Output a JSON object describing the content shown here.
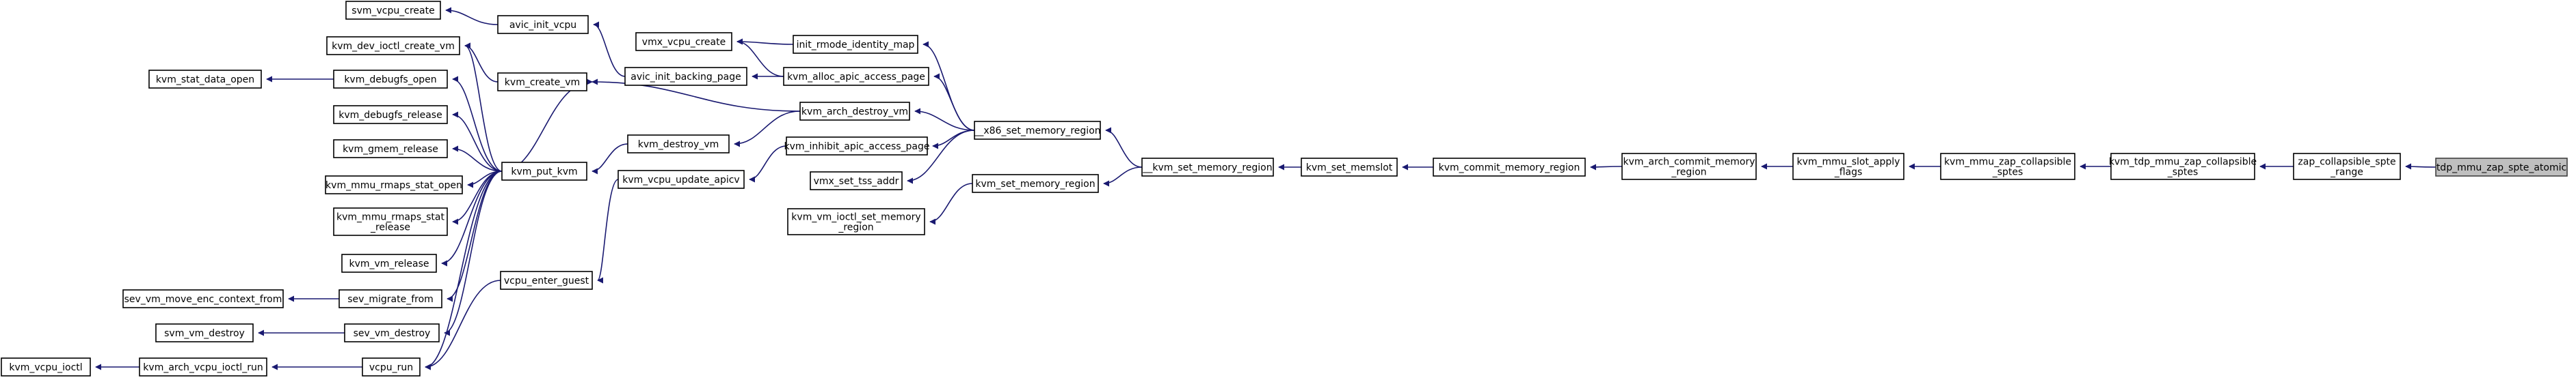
{
  "title": "",
  "colors": {
    "edge": "#191970",
    "node_border": "#000000",
    "root_fill": "#bfbfbf",
    "node_fill": "#ffffff"
  },
  "nodes": [
    {
      "id": "tdp_atomic",
      "lines": [
        "tdp_mmu_zap_spte_atomic"
      ],
      "root": true
    },
    {
      "id": "zap_collapsible",
      "lines": [
        "zap_collapsible_spte",
        "_range"
      ]
    },
    {
      "id": "kvm_tdp_mmu_zap",
      "lines": [
        "kvm_tdp_mmu_zap_collapsible",
        "_sptes"
      ]
    },
    {
      "id": "kvm_mmu_zap",
      "lines": [
        "kvm_mmu_zap_collapsible",
        "_sptes"
      ]
    },
    {
      "id": "kvm_mmu_slot_apply",
      "lines": [
        "kvm_mmu_slot_apply",
        "_flags"
      ]
    },
    {
      "id": "kvm_arch_commit",
      "lines": [
        "kvm_arch_commit_memory",
        "_region"
      ]
    },
    {
      "id": "kvm_commit",
      "lines": [
        "kvm_commit_memory_region"
      ]
    },
    {
      "id": "kvm_set_memslot",
      "lines": [
        "kvm_set_memslot"
      ]
    },
    {
      "id": "kvm_set_mr_internal",
      "lines": [
        "__kvm_set_memory_region"
      ]
    },
    {
      "id": "x86_set_mr",
      "lines": [
        "__x86_set_memory_region"
      ]
    },
    {
      "id": "kvm_set_mr",
      "lines": [
        "kvm_set_memory_region"
      ]
    },
    {
      "id": "kvm_vm_ioctl_set",
      "lines": [
        "kvm_vm_ioctl_set_memory",
        "_region"
      ]
    },
    {
      "id": "init_rmode",
      "lines": [
        "init_rmode_identity_map"
      ]
    },
    {
      "id": "kvm_alloc_apic",
      "lines": [
        "kvm_alloc_apic_access_page"
      ]
    },
    {
      "id": "kvm_arch_destroy",
      "lines": [
        "kvm_arch_destroy_vm"
      ]
    },
    {
      "id": "kvm_inhibit_apic",
      "lines": [
        "kvm_inhibit_apic_access_page"
      ]
    },
    {
      "id": "vmx_set_tss",
      "lines": [
        "vmx_set_tss_addr"
      ]
    },
    {
      "id": "vmx_vcpu_create",
      "lines": [
        "vmx_vcpu_create"
      ]
    },
    {
      "id": "avic_init_backing",
      "lines": [
        "avic_init_backing_page"
      ]
    },
    {
      "id": "avic_init_vcpu",
      "lines": [
        "avic_init_vcpu"
      ]
    },
    {
      "id": "svm_vcpu_create",
      "lines": [
        "svm_vcpu_create"
      ]
    },
    {
      "id": "kvm_destroy_vm",
      "lines": [
        "kvm_destroy_vm"
      ]
    },
    {
      "id": "kvm_vcpu_update_apicv",
      "lines": [
        "kvm_vcpu_update_apicv"
      ]
    },
    {
      "id": "vcpu_enter_guest",
      "lines": [
        "vcpu_enter_guest"
      ]
    },
    {
      "id": "vcpu_run",
      "lines": [
        "vcpu_run"
      ]
    },
    {
      "id": "kvm_arch_vcpu_ioctl_run",
      "lines": [
        "kvm_arch_vcpu_ioctl_run"
      ]
    },
    {
      "id": "kvm_vcpu_ioctl",
      "lines": [
        "kvm_vcpu_ioctl"
      ]
    },
    {
      "id": "kvm_put_kvm",
      "lines": [
        "kvm_put_kvm"
      ]
    },
    {
      "id": "kvm_create_vm",
      "lines": [
        "kvm_create_vm"
      ]
    },
    {
      "id": "kvm_dev_ioctl_create_vm",
      "lines": [
        "kvm_dev_ioctl_create_vm"
      ]
    },
    {
      "id": "kvm_debugfs_open",
      "lines": [
        "kvm_debugfs_open"
      ]
    },
    {
      "id": "kvm_stat_data_open",
      "lines": [
        "kvm_stat_data_open"
      ]
    },
    {
      "id": "kvm_debugfs_release",
      "lines": [
        "kvm_debugfs_release"
      ]
    },
    {
      "id": "kvm_gmem_release",
      "lines": [
        "kvm_gmem_release"
      ]
    },
    {
      "id": "kvm_mmu_rmaps_open",
      "lines": [
        "kvm_mmu_rmaps_stat_open"
      ]
    },
    {
      "id": "kvm_mmu_rmaps_release",
      "lines": [
        "kvm_mmu_rmaps_stat",
        "_release"
      ]
    },
    {
      "id": "kvm_vm_release",
      "lines": [
        "kvm_vm_release"
      ]
    },
    {
      "id": "sev_migrate_from",
      "lines": [
        "sev_migrate_from"
      ]
    },
    {
      "id": "sev_vm_move",
      "lines": [
        "sev_vm_move_enc_context_from"
      ]
    },
    {
      "id": "sev_vm_destroy",
      "lines": [
        "sev_vm_destroy"
      ]
    },
    {
      "id": "svm_vm_destroy",
      "lines": [
        "svm_vm_destroy"
      ]
    }
  ],
  "edges": [
    {
      "from": "zap_collapsible",
      "to": "tdp_atomic"
    },
    {
      "from": "kvm_tdp_mmu_zap",
      "to": "zap_collapsible"
    },
    {
      "from": "kvm_mmu_zap",
      "to": "kvm_tdp_mmu_zap"
    },
    {
      "from": "kvm_mmu_slot_apply",
      "to": "kvm_mmu_zap"
    },
    {
      "from": "kvm_arch_commit",
      "to": "kvm_mmu_slot_apply"
    },
    {
      "from": "kvm_commit",
      "to": "kvm_arch_commit"
    },
    {
      "from": "kvm_set_memslot",
      "to": "kvm_commit"
    },
    {
      "from": "kvm_set_mr_internal",
      "to": "kvm_set_memslot"
    },
    {
      "from": "x86_set_mr",
      "to": "kvm_set_mr_internal"
    },
    {
      "from": "kvm_set_mr",
      "to": "kvm_set_mr_internal"
    },
    {
      "from": "kvm_vm_ioctl_set",
      "to": "kvm_set_mr"
    },
    {
      "from": "init_rmode",
      "to": "x86_set_mr"
    },
    {
      "from": "kvm_alloc_apic",
      "to": "x86_set_mr"
    },
    {
      "from": "kvm_arch_destroy",
      "to": "x86_set_mr"
    },
    {
      "from": "kvm_inhibit_apic",
      "to": "x86_set_mr"
    },
    {
      "from": "vmx_set_tss",
      "to": "x86_set_mr"
    },
    {
      "from": "vmx_vcpu_create",
      "to": "init_rmode"
    },
    {
      "from": "vmx_vcpu_create",
      "to": "kvm_alloc_apic"
    },
    {
      "from": "avic_init_backing",
      "to": "kvm_alloc_apic"
    },
    {
      "from": "avic_init_vcpu",
      "to": "avic_init_backing"
    },
    {
      "from": "svm_vcpu_create",
      "to": "avic_init_vcpu"
    },
    {
      "from": "kvm_create_vm",
      "to": "kvm_arch_destroy"
    },
    {
      "from": "kvm_destroy_vm",
      "to": "kvm_arch_destroy"
    },
    {
      "from": "kvm_put_kvm",
      "to": "kvm_destroy_vm"
    },
    {
      "from": "kvm_vcpu_update_apicv",
      "to": "kvm_inhibit_apic"
    },
    {
      "from": "vcpu_enter_guest",
      "to": "kvm_vcpu_update_apicv"
    },
    {
      "from": "vcpu_run",
      "to": "vcpu_enter_guest"
    },
    {
      "from": "kvm_arch_vcpu_ioctl_run",
      "to": "vcpu_run"
    },
    {
      "from": "kvm_vcpu_ioctl",
      "to": "kvm_arch_vcpu_ioctl_run"
    },
    {
      "from": "kvm_dev_ioctl_create_vm",
      "to": "kvm_create_vm"
    },
    {
      "from": "kvm_stat_data_open",
      "to": "kvm_debugfs_open"
    },
    {
      "from": "kvm_create_vm",
      "to": "kvm_put_kvm"
    },
    {
      "from": "kvm_dev_ioctl_create_vm",
      "to": "kvm_put_kvm"
    },
    {
      "from": "kvm_debugfs_open",
      "to": "kvm_put_kvm"
    },
    {
      "from": "kvm_debugfs_release",
      "to": "kvm_put_kvm"
    },
    {
      "from": "kvm_gmem_release",
      "to": "kvm_put_kvm"
    },
    {
      "from": "kvm_mmu_rmaps_open",
      "to": "kvm_put_kvm"
    },
    {
      "from": "kvm_mmu_rmaps_release",
      "to": "kvm_put_kvm"
    },
    {
      "from": "kvm_vm_release",
      "to": "kvm_put_kvm"
    },
    {
      "from": "sev_migrate_from",
      "to": "kvm_put_kvm"
    },
    {
      "from": "sev_vm_destroy",
      "to": "kvm_put_kvm"
    },
    {
      "from": "vcpu_run",
      "to": "kvm_put_kvm"
    },
    {
      "from": "sev_vm_move",
      "to": "sev_migrate_from"
    },
    {
      "from": "svm_vm_destroy",
      "to": "sev_vm_destroy"
    }
  ]
}
